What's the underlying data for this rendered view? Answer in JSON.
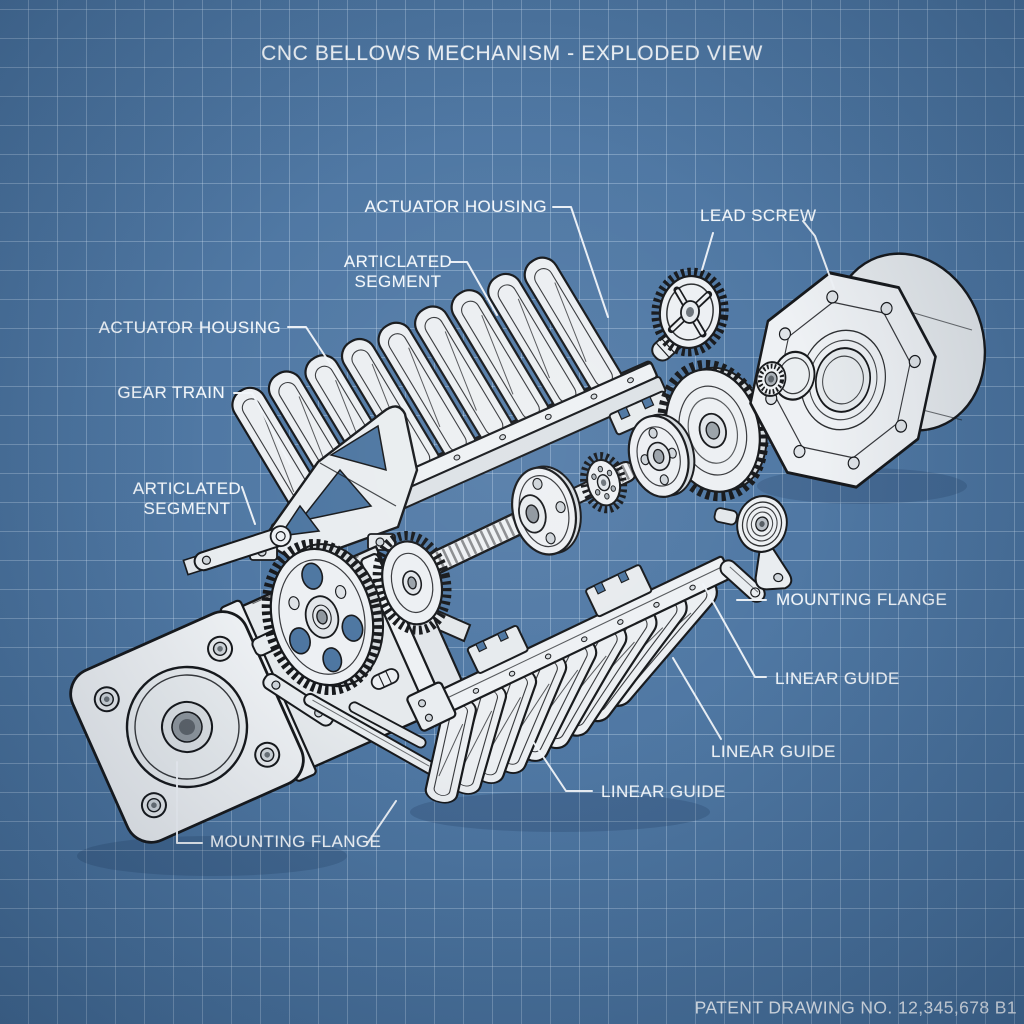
{
  "title": "CNC BELLOWS MECHANISM - EXPLODED VIEW",
  "patent_number": "PATENT DRAWING NO. 12,345,678 B1",
  "callouts": [
    {
      "id": "actuator-housing-top",
      "text": "ACTUATOR HOUSING"
    },
    {
      "id": "articlated-segment-top",
      "text": "ARTICLATED\nSEGMENT"
    },
    {
      "id": "lead-screw",
      "text": "LEAD SCREW"
    },
    {
      "id": "actuator-housing-left",
      "text": "ACTUATOR HOUSING"
    },
    {
      "id": "gear-train",
      "text": "GEAR TRAIN"
    },
    {
      "id": "articlated-segment-left",
      "text": "ARTICLATED\nSEGMENT"
    },
    {
      "id": "mounting-flange-right",
      "text": "MOUNTING FLANGE"
    },
    {
      "id": "linear-guide-right-1",
      "text": "LINEAR GUIDE"
    },
    {
      "id": "linear-guide-right-2",
      "text": "LINEAR GUIDE"
    },
    {
      "id": "linear-guide-bottom",
      "text": "LINEAR GUIDE"
    },
    {
      "id": "mounting-flange-bottom",
      "text": "MOUNTING FLANGE"
    }
  ],
  "colors": {
    "background": "#4a739e",
    "grid_line": "#cde0f3",
    "outline_ink": "#17191c",
    "part_fill": "#e9edf0",
    "label_text": "#f3f7fb"
  }
}
